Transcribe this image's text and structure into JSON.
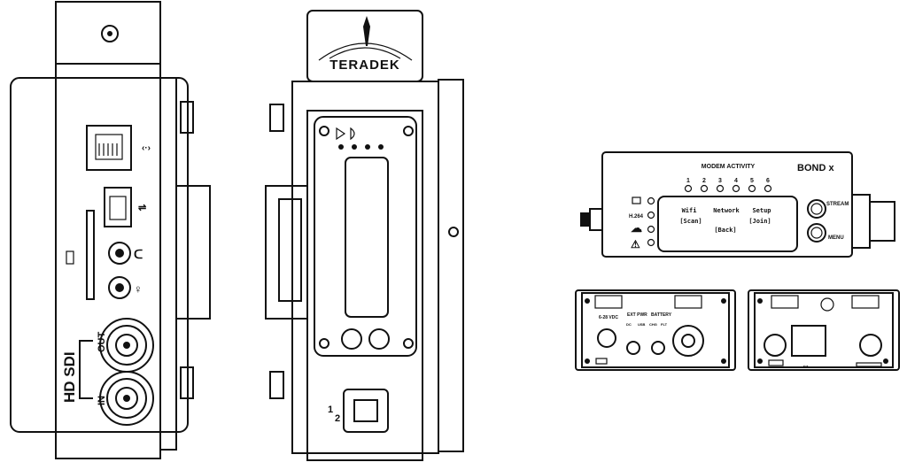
{
  "left_view": {
    "sdi_label": "HD SDI",
    "out_label": "OUT",
    "in_label": "IN"
  },
  "front_view": {
    "brand": "TERADEK",
    "switch_labels": [
      "1",
      "2"
    ]
  },
  "bond_top": {
    "modem_activity_label": "MODEM ACTIVITY",
    "modem_numbers": [
      "1",
      "2",
      "3",
      "4",
      "5",
      "6"
    ],
    "logo": "BOND x",
    "h264_label": "H.264",
    "lcd": {
      "row1": [
        "Wifi",
        "Network",
        "Setup"
      ],
      "row2": [
        "[Scan]",
        "[Join]"
      ],
      "row3": "[Back]"
    },
    "stream_label": "STREAM",
    "menu_label": "MENU"
  },
  "bond_side_a": {
    "power_label": "6-28 VDC",
    "ext_pwr_label": "EXT PWR",
    "battery_label": "BATTERY",
    "led_labels": [
      "DC",
      "USB",
      "CHG",
      "FLT"
    ]
  }
}
